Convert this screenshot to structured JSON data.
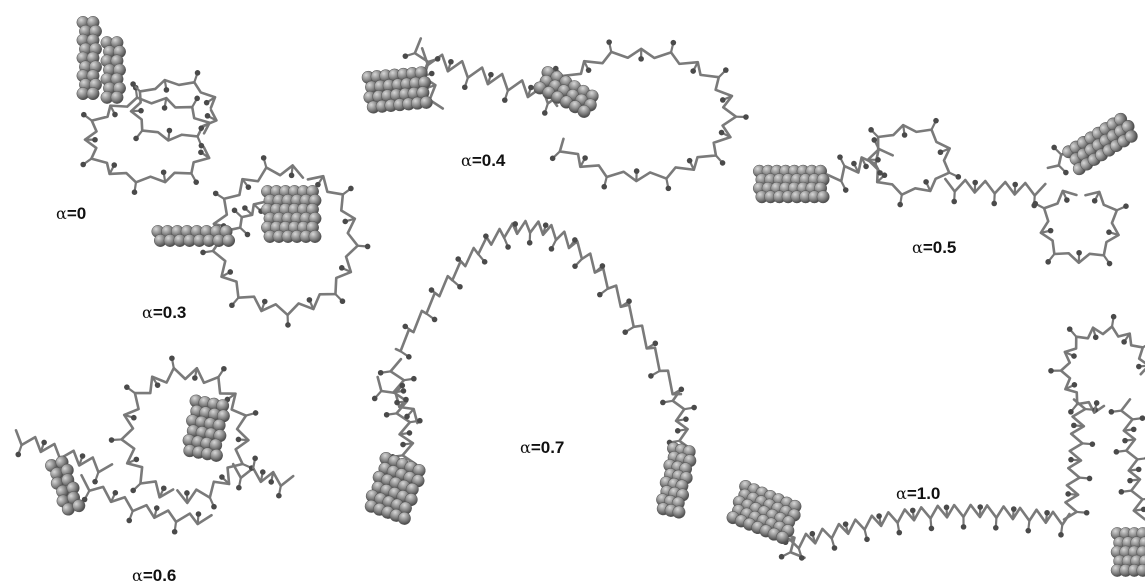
{
  "figure": {
    "panels": [
      {
        "id": "a0",
        "label_symbol": "α",
        "label_value": "=0"
      },
      {
        "id": "a03",
        "label_symbol": "α",
        "label_value": "=0.3"
      },
      {
        "id": "a04",
        "label_symbol": "α",
        "label_value": "=0.4"
      },
      {
        "id": "a05",
        "label_symbol": "α",
        "label_value": "=0.5"
      },
      {
        "id": "a06",
        "label_symbol": "α",
        "label_value": "=0.6"
      },
      {
        "id": "a07",
        "label_symbol": "α",
        "label_value": "=0.7"
      },
      {
        "id": "a10",
        "label_symbol": "α",
        "label_value": "=1.0"
      }
    ],
    "colors": {
      "chain": "#7a7a7a",
      "atom_cap": "#4a4a4a",
      "pyrene": "#8a8a8a",
      "background": "#ffffff"
    }
  }
}
